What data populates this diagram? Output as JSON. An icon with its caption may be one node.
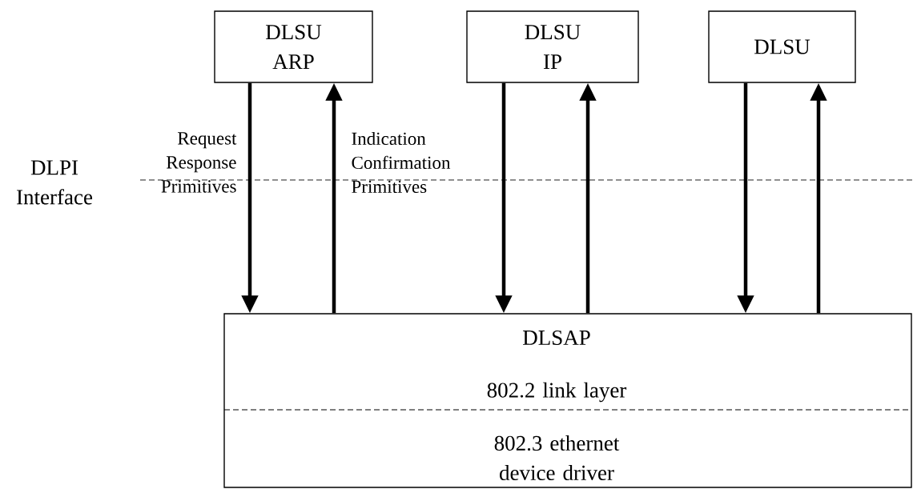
{
  "diagram": {
    "nodes": [
      {
        "text": [
          "DLSU ARP"
        ]
      },
      {
        "text": [
          "DLSU IP"
        ]
      },
      {
        "text": [
          "DLSU"
        ]
      },
      {
        "text": [
          "DLSAP",
          "802.2 link layer",
          "802.3 ethernet device driver"
        ]
      }
    ],
    "edges": [
      {
        "from": 0,
        "to": 3,
        "arrow": "to"
      },
      {
        "from": 3,
        "to": 0,
        "arrow": "to"
      },
      {
        "from": 1,
        "to": 3,
        "arrow": "to"
      },
      {
        "from": 3,
        "to": 1,
        "arrow": "to"
      },
      {
        "from": 2,
        "to": 3,
        "arrow": "to"
      },
      {
        "from": 3,
        "to": 2,
        "arrow": "to"
      }
    ],
    "labels": [
      "DLPI Interface",
      "Request Response Primitives",
      "Indication Confirmation Primitives"
    ]
  }
}
